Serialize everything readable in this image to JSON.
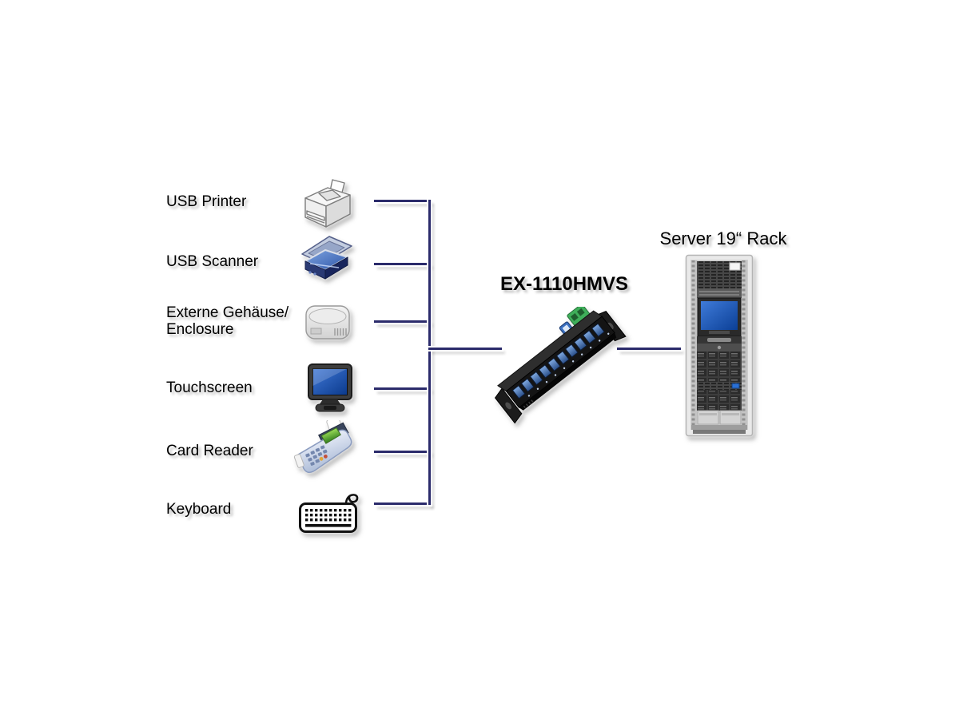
{
  "diagram": {
    "hub": {
      "label": "EX-1110HMVS",
      "icon": "usb-hub-device"
    },
    "rack": {
      "label": "Server 19“ Rack",
      "icon": "server-rack"
    },
    "devices": [
      {
        "label": "USB Printer",
        "icon": "printer-icon"
      },
      {
        "label": "USB Scanner",
        "icon": "scanner-icon"
      },
      {
        "label": "Externe Gehäuse/\nEnclosure",
        "icon": "hdd-enclosure-icon"
      },
      {
        "label": "Touchscreen",
        "icon": "touchscreen-icon"
      },
      {
        "label": "Card Reader",
        "icon": "card-reader-icon"
      },
      {
        "label": "Keyboard",
        "icon": "keyboard-icon"
      }
    ],
    "colors": {
      "connector_line": "#2b2b6b",
      "text": "#000000",
      "usb_port_blue": "#4a7fc4",
      "terminal_green": "#3fae5a",
      "screen_blue": "#1e5fbf"
    }
  }
}
